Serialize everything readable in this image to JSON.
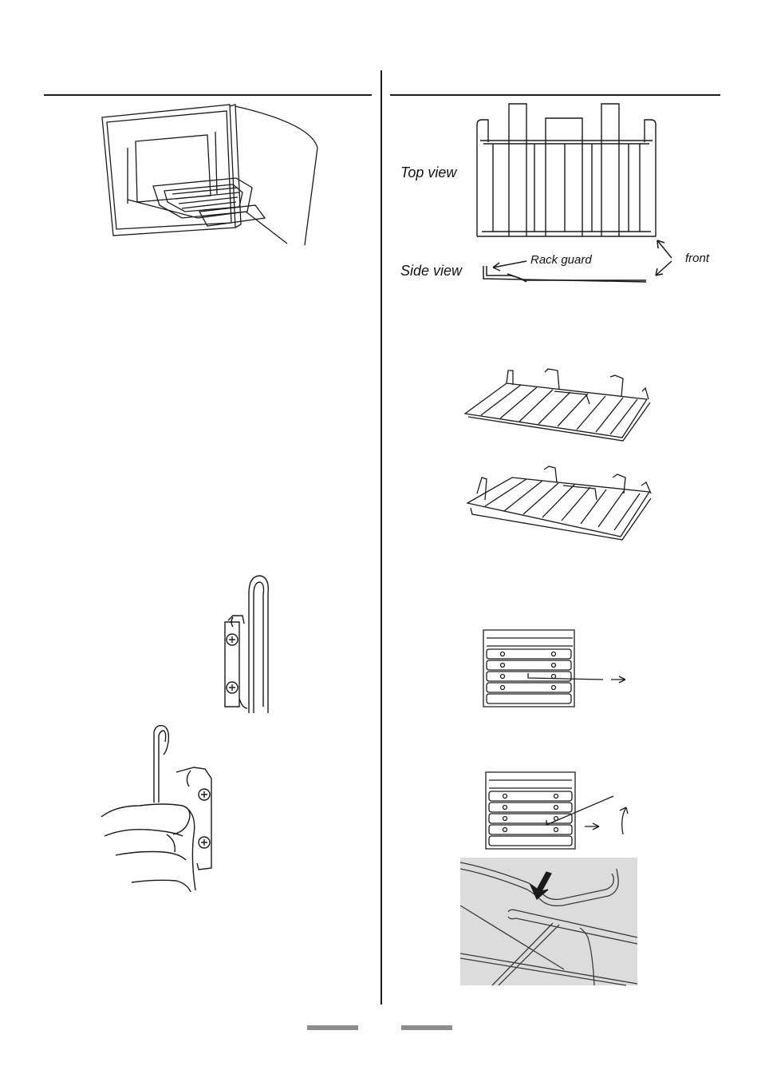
{
  "labels": {
    "top_view": "Top view",
    "side_view": "Side view",
    "rack_guard": "Rack guard",
    "front": "front"
  },
  "colors": {
    "line": "#1a1a1a",
    "photo_bg": "#dcdcdc",
    "footer_bar": "#8c8c8c"
  }
}
